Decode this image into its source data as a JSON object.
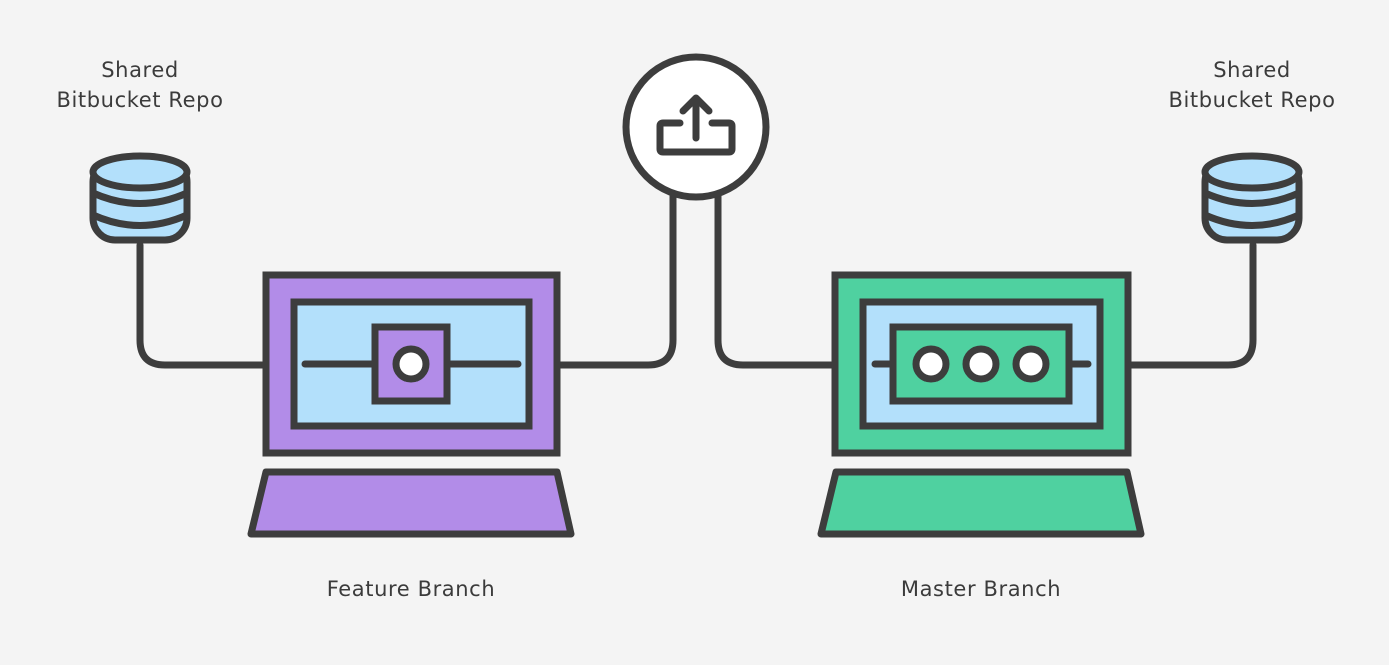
{
  "left_repo": {
    "label_line1": "Shared",
    "label_line2": "Bitbucket Repo",
    "icon": "database-icon"
  },
  "right_repo": {
    "label_line1": "Shared",
    "label_line2": "Bitbucket Repo",
    "icon": "database-icon"
  },
  "push": {
    "icon": "upload-icon"
  },
  "feature_computer": {
    "label": "Feature Branch",
    "color": "#b28ce8",
    "commits_shown": 1
  },
  "master_computer": {
    "label": "Master Branch",
    "color": "#4fd1a0",
    "commits_shown": 3
  },
  "colors": {
    "background": "#f4f4f4",
    "outline": "#3d3d3d",
    "screen": "#b3e0fb",
    "database": "#b3e0fb"
  }
}
